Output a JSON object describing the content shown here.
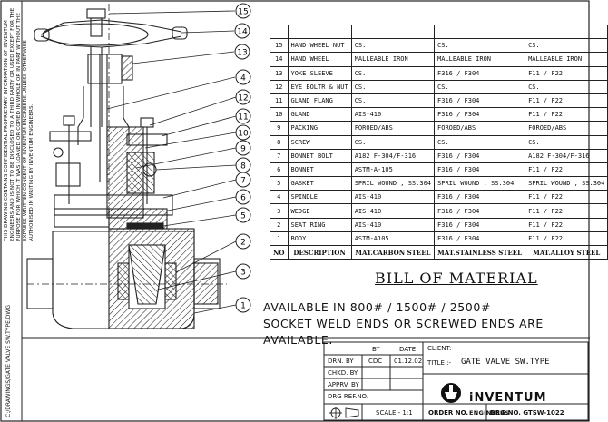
{
  "side_note": "THIS DRAWING CONTAINS CONFIDENTIAL PROPRIETARY INFORMATION OF INVENTUM ENGINEERS AND IS NOT TO BE DISCLOSED TO A THIRD PARTY OR USED EXCEPT FOR THE PURPOSE FOR WHICH IT WAS LOANED OR COPIED IN WHOLE OR IN PART WITHOUT THE EXPRESS WRITTEN CONSENT OF INVENTUM ENGINEERS UNLESS OTHERWISE AUTHORISED IN WRITING BY INVENTUM ENGINEERS.",
  "side_path": "C:/DRAWINGS/GATE VALVE SW.TYPE.DWG",
  "callouts": [
    "15",
    "14",
    "13",
    "4",
    "12",
    "11",
    "10",
    "9",
    "8",
    "7",
    "6",
    "5",
    "2",
    "3",
    "1"
  ],
  "bom": {
    "rows": [
      {
        "no": "15",
        "desc": "HAND WHEEL NUT",
        "cs": "CS.",
        "ss": "CS.",
        "as": "CS."
      },
      {
        "no": "14",
        "desc": "HAND WHEEL",
        "cs": "MALLEABLE IRON",
        "ss": "MALLEABLE IRON",
        "as": "MALLEABLE IRON"
      },
      {
        "no": "13",
        "desc": "YOKE SLEEVE",
        "cs": "CS.",
        "ss": "F316 / F304",
        "as": "F11 / F22"
      },
      {
        "no": "12",
        "desc": "EYE BOLTR & NUT",
        "cs": "CS.",
        "ss": "CS.",
        "as": "CS."
      },
      {
        "no": "11",
        "desc": "GLAND FLANG",
        "cs": "CS.",
        "ss": "F316 / F304",
        "as": "F11 / F22"
      },
      {
        "no": "10",
        "desc": "GLAND",
        "cs": "AIS-410",
        "ss": "F316 / F304",
        "as": "F11 / F22"
      },
      {
        "no": "9",
        "desc": "PACKING",
        "cs": "FOROED/ABS",
        "ss": "FOROED/ABS",
        "as": "FOROED/ABS"
      },
      {
        "no": "8",
        "desc": "SCREW",
        "cs": "CS.",
        "ss": "CS.",
        "as": "CS."
      },
      {
        "no": "7",
        "desc": "BONNET BOLT",
        "cs": "A182 F-304/F-316",
        "ss": "F316 / F304",
        "as": "A182 F-304/F-316"
      },
      {
        "no": "6",
        "desc": "BONNET",
        "cs": "ASTM-A-105",
        "ss": "F316 / F304",
        "as": "F11 / F22"
      },
      {
        "no": "5",
        "desc": "GASKET",
        "cs": "SPRIL WOUND , SS.304",
        "ss": "SPRIL WOUND , SS.304",
        "as": "SPRIL WOUND , SS.304"
      },
      {
        "no": "4",
        "desc": "SPINDLE",
        "cs": "AIS-410",
        "ss": "F316 / F304",
        "as": "F11 / F22"
      },
      {
        "no": "3",
        "desc": "WEDGE",
        "cs": "AIS-410",
        "ss": "F316 / F304",
        "as": "F11 / F22"
      },
      {
        "no": "2",
        "desc": "SEAT RING",
        "cs": "AIS-410",
        "ss": "F316 / F304",
        "as": "F11 / F22"
      },
      {
        "no": "1",
        "desc": "BODY",
        "cs": "ASTM-A105",
        "ss": "F316 / F304",
        "as": "F11 / F22"
      }
    ],
    "header": {
      "no": "NO",
      "desc": "DESCRIPTION",
      "cs": "MAT.CARBON STEEL",
      "ss": "MAT.STAINLESS STEEL",
      "as": "MAT.ALLOY STEEL"
    },
    "title": "BILL OF MATERIAL"
  },
  "availability": {
    "line1": "AVAILABLE IN 800# / 1500# / 2500#",
    "line2": "SOCKET WELD ENDS OR SCREWED ENDS ARE AVAILABLE."
  },
  "title_block": {
    "col_by": "BY",
    "col_date": "DATE",
    "drn_label": "DRN. BY",
    "drn_by": "CDC",
    "drn_date": "01.12.02",
    "chkd_label": "CHKD. BY",
    "apprv_label": "APPRV. BY",
    "ref_label": "DRG REF.NO.",
    "client_label": "CLIENT:-",
    "title_label": "TITLE :-",
    "title": "GATE VALVE SW.TYPE",
    "company_main": "iNVENTUM",
    "company_sub": "ENGINEERS",
    "scale": "SCALE - 1:1",
    "order": "ORDER NO.",
    "drg_no": "DRG.NO. GTSW-1022"
  }
}
